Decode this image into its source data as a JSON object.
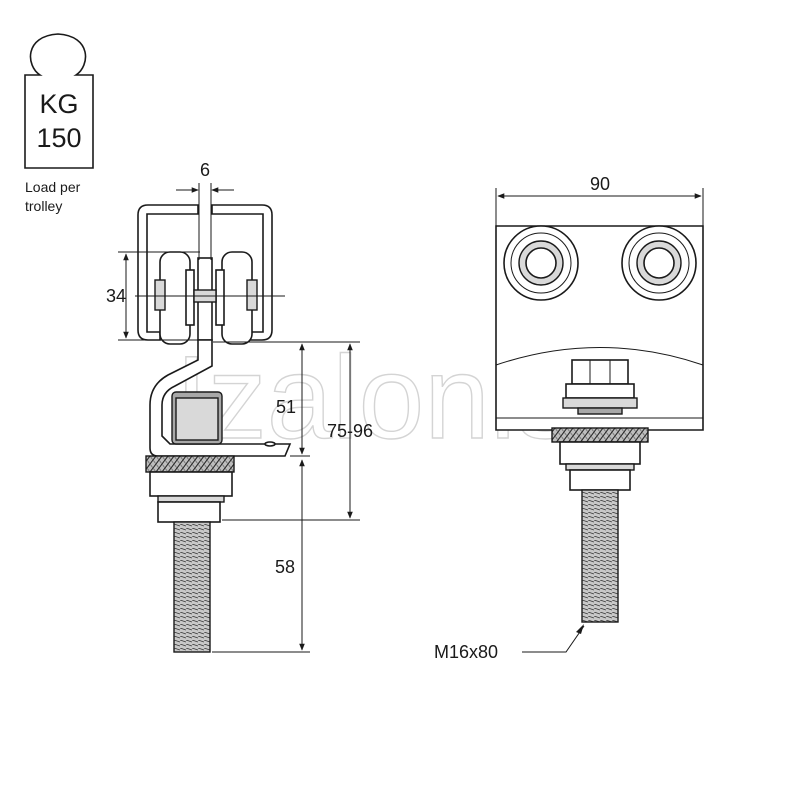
{
  "badge": {
    "unit": "KG",
    "value": "150",
    "caption_line1": "Load per",
    "caption_line2": "trolley"
  },
  "dimensions": {
    "gap": "6",
    "wheel_height": "34",
    "height_51": "51",
    "height_range": "75-96",
    "bolt_length": "58",
    "width": "90"
  },
  "bolt_label": "M16x80",
  "watermark": "Izalonis"
}
